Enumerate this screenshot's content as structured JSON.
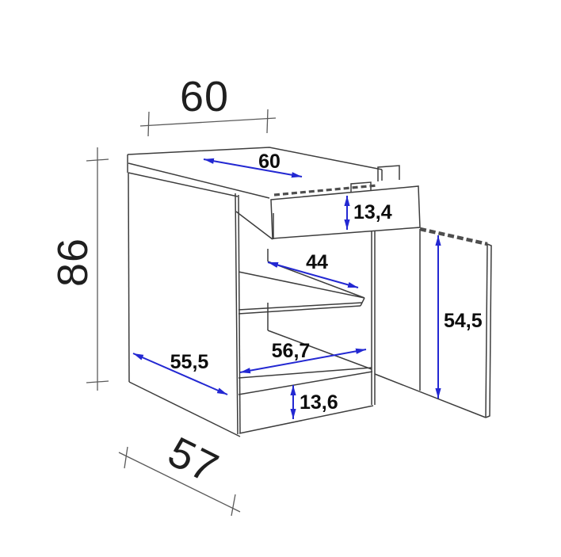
{
  "diagram": {
    "type": "furniture-dimension-drawing",
    "subject": "kitchen base cabinet with pulled-out drawer and open door",
    "background_color": "#ffffff",
    "colors": {
      "outline": "#3d3d3d",
      "hidden_edge_dash": "#4e4e4e",
      "external_dim_line": "#5a5a5a",
      "dimension_arrow_blue": "#2328d2",
      "external_dim_text": "#1f1f1f",
      "internal_dim_text": "#0d0d0d"
    },
    "labels": {
      "width_top": "60",
      "height_left": "86",
      "depth_bottom": "57",
      "worktop_depth": "60",
      "drawer_front_height": "13,4",
      "shelf_depth": "44",
      "door_height": "54,5",
      "side_panel_depth": "55,5",
      "interior_width": "56,7",
      "plinth_height": "13,6"
    },
    "external_dimensions": [
      {
        "id": "width-top",
        "value": "60",
        "orientation": "slightly-tilted-horizontal",
        "position": "above cabinet"
      },
      {
        "id": "height-left",
        "value": "86",
        "orientation": "vertical, text rotated 90deg",
        "position": "left of cabinet"
      },
      {
        "id": "depth-bottom",
        "value": "57",
        "orientation": "diagonal, text rotated ~26deg",
        "position": "below-left of cabinet"
      }
    ],
    "internal_dimensions": [
      {
        "id": "worktop-depth",
        "value": "60",
        "target": "countertop top face, diagonal blue arrow"
      },
      {
        "id": "drawer-front-height",
        "value": "13,4",
        "target": "drawer front, vertical blue arrow"
      },
      {
        "id": "shelf-depth",
        "value": "44",
        "target": "middle shelf, diagonal blue arrow"
      },
      {
        "id": "door-height",
        "value": "54,5",
        "target": "open door, vertical blue arrow"
      },
      {
        "id": "side-panel-depth",
        "value": "55,5",
        "target": "left side panel bottom, diagonal blue arrow"
      },
      {
        "id": "interior-width",
        "value": "56,7",
        "target": "cabinet floor, diagonal blue arrow"
      },
      {
        "id": "plinth-height",
        "value": "13,6",
        "target": "plinth front band, vertical blue arrow"
      }
    ]
  }
}
